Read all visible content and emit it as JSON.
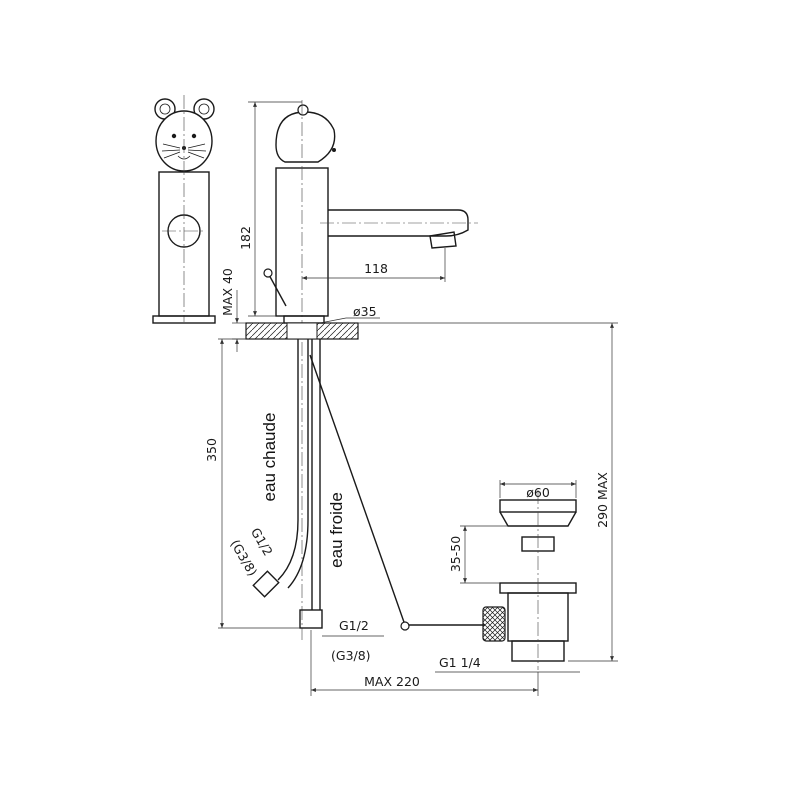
{
  "labels": {
    "height_182": "182",
    "spout_118": "118",
    "max_40": "MAX 40",
    "dia_35": "ø35",
    "length_350": "350",
    "max_290": "290 MAX",
    "dia_60": "ø60",
    "range_35_50": "35-50",
    "hot_thread_main": "G1/2",
    "hot_thread_alt": "(G3/8)",
    "cold_thread_main": "G1/2",
    "cold_thread_alt": "(G3/8)",
    "waste_thread": "G1 1/4",
    "max_220": "MAX 220",
    "hot_water": "eau chaude",
    "cold_water": "eau froide"
  }
}
